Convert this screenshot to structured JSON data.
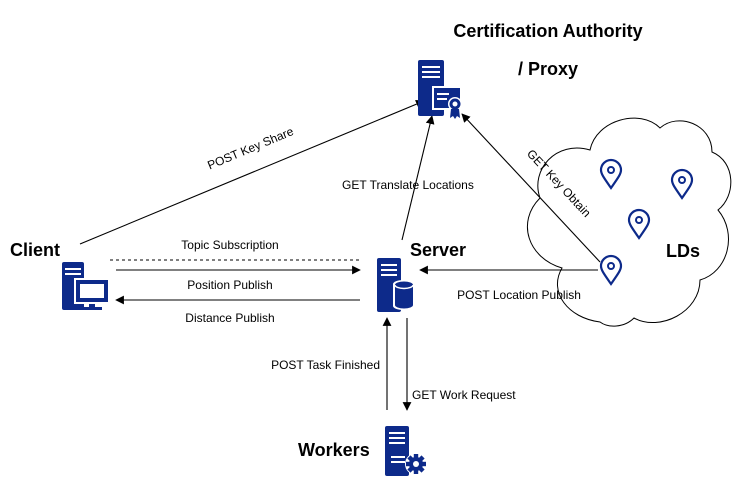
{
  "nodes": {
    "ca_title_line1": "Certification Authority",
    "ca_title_line2": "/ Proxy",
    "client": "Client",
    "server": "Server",
    "lds": "LDs",
    "workers": "Workers"
  },
  "edges": {
    "post_key_share": "POST Key Share",
    "get_translate_locations": "GET Translate Locations",
    "get_key_obtain": "GET Key Obtain",
    "topic_subscription": "Topic Subscription",
    "position_publish": "Position Publish",
    "distance_publish": "Distance Publish",
    "post_location_publish": "POST Location Publish",
    "post_task_finished": "POST Task Finished",
    "get_work_request": "GET Work Request"
  },
  "colors": {
    "icon": "#0d2a8a",
    "line": "#000000"
  },
  "icons": {
    "ca": "server-certificate-icon",
    "client": "workstation-icon",
    "server": "database-server-icon",
    "workers": "server-gear-icon",
    "lds": "location-pin-icon"
  }
}
